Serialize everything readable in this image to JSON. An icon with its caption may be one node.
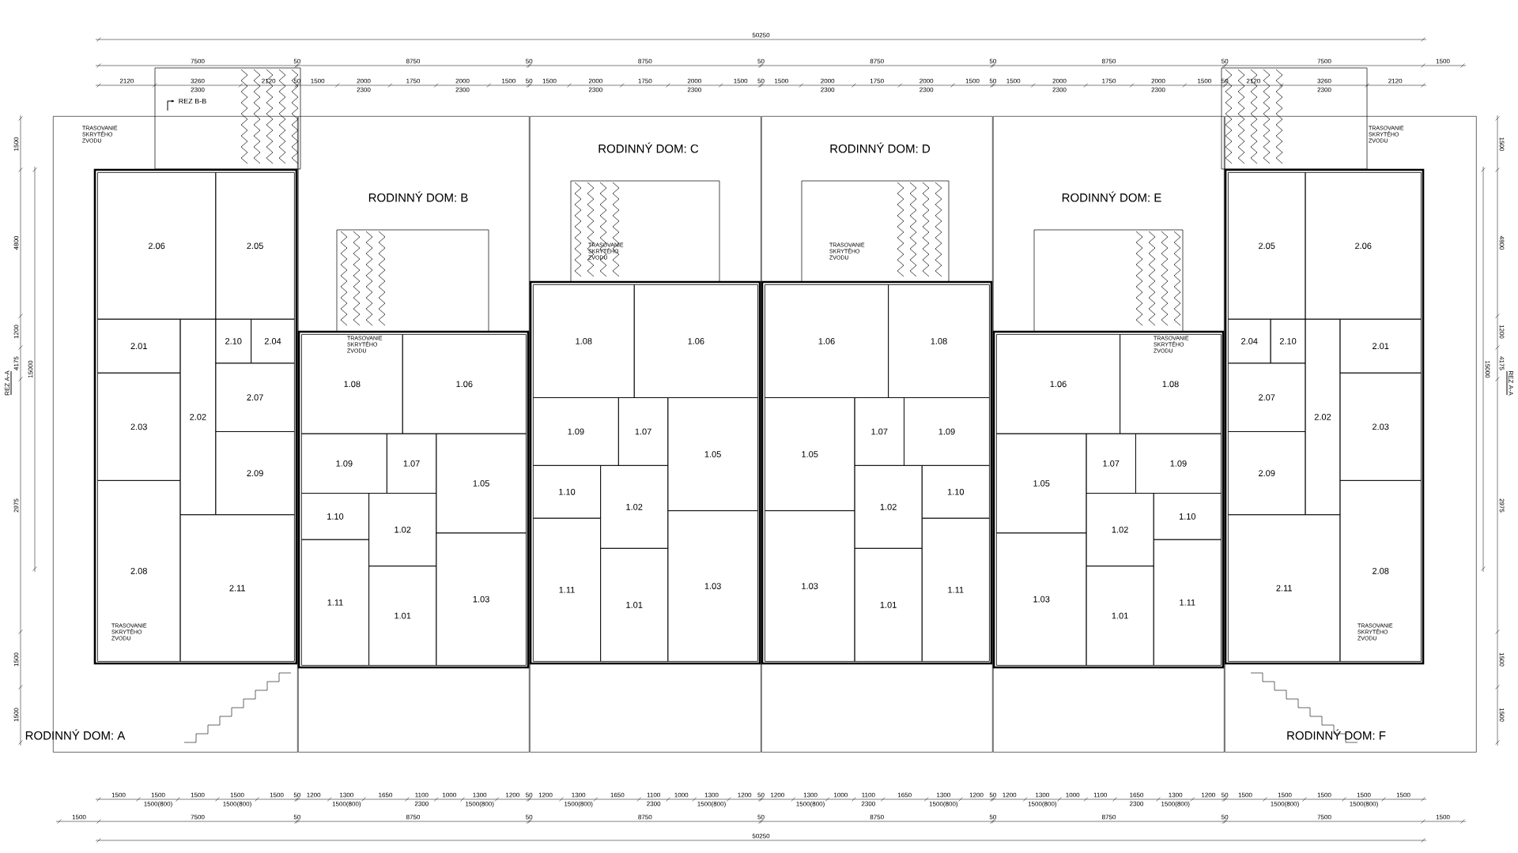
{
  "diagram": {
    "nodes": [
      {
        "text": [
          "RODINNÝ DOM: A"
        ]
      },
      {
        "text": [
          "2.06"
        ],
        "in": 0
      },
      {
        "text": [
          "2.05"
        ],
        "in": 0
      },
      {
        "text": [
          "2.01"
        ],
        "in": 0
      },
      {
        "text": [
          "2.02"
        ],
        "in": 0
      },
      {
        "text": [
          "2.10"
        ],
        "in": 0
      },
      {
        "text": [
          "2.04"
        ],
        "in": 0
      },
      {
        "text": [
          "2.03"
        ],
        "in": 0
      },
      {
        "text": [
          "2.07"
        ],
        "in": 0
      },
      {
        "text": [
          "2.09"
        ],
        "in": 0
      },
      {
        "text": [
          "2.08"
        ],
        "in": 0
      },
      {
        "text": [
          "2.11"
        ],
        "in": 0
      },
      {
        "text": [
          "RODINNÝ DOM: B"
        ]
      },
      {
        "text": [
          "1.08"
        ],
        "in": 12
      },
      {
        "text": [
          "1.06"
        ],
        "in": 12
      },
      {
        "text": [
          "1.09"
        ],
        "in": 12
      },
      {
        "text": [
          "1.07"
        ],
        "in": 12
      },
      {
        "text": [
          "1.05"
        ],
        "in": 12
      },
      {
        "text": [
          "1.10"
        ],
        "in": 12
      },
      {
        "text": [
          "1.02"
        ],
        "in": 12
      },
      {
        "text": [
          "1.11"
        ],
        "in": 12
      },
      {
        "text": [
          "1.01"
        ],
        "in": 12
      },
      {
        "text": [
          "1.03"
        ],
        "in": 12
      },
      {
        "text": [
          "RODINNÝ DOM: C"
        ]
      },
      {
        "text": [
          "1.08"
        ],
        "in": 23
      },
      {
        "text": [
          "1.06"
        ],
        "in": 23
      },
      {
        "text": [
          "1.09"
        ],
        "in": 23
      },
      {
        "text": [
          "1.07"
        ],
        "in": 23
      },
      {
        "text": [
          "1.05"
        ],
        "in": 23
      },
      {
        "text": [
          "1.10"
        ],
        "in": 23
      },
      {
        "text": [
          "1.02"
        ],
        "in": 23
      },
      {
        "text": [
          "1.11"
        ],
        "in": 23
      },
      {
        "text": [
          "1.01"
        ],
        "in": 23
      },
      {
        "text": [
          "1.03"
        ],
        "in": 23
      },
      {
        "text": [
          "RODINNÝ DOM: D"
        ]
      },
      {
        "text": [
          "1.08"
        ],
        "in": 34
      },
      {
        "text": [
          "1.06"
        ],
        "in": 34
      },
      {
        "text": [
          "1.09"
        ],
        "in": 34
      },
      {
        "text": [
          "1.07"
        ],
        "in": 34
      },
      {
        "text": [
          "1.05"
        ],
        "in": 34
      },
      {
        "text": [
          "1.10"
        ],
        "in": 34
      },
      {
        "text": [
          "1.02"
        ],
        "in": 34
      },
      {
        "text": [
          "1.11"
        ],
        "in": 34
      },
      {
        "text": [
          "1.01"
        ],
        "in": 34
      },
      {
        "text": [
          "1.03"
        ],
        "in": 34
      },
      {
        "text": [
          "RODINNÝ DOM: E"
        ]
      },
      {
        "text": [
          "1.08"
        ],
        "in": 45
      },
      {
        "text": [
          "1.06"
        ],
        "in": 45
      },
      {
        "text": [
          "1.09"
        ],
        "in": 45
      },
      {
        "text": [
          "1.07"
        ],
        "in": 45
      },
      {
        "text": [
          "1.05"
        ],
        "in": 45
      },
      {
        "text": [
          "1.10"
        ],
        "in": 45
      },
      {
        "text": [
          "1.02"
        ],
        "in": 45
      },
      {
        "text": [
          "1.11"
        ],
        "in": 45
      },
      {
        "text": [
          "1.01"
        ],
        "in": 45
      },
      {
        "text": [
          "1.03"
        ],
        "in": 45
      },
      {
        "text": [
          "RODINNÝ DOM: F"
        ]
      },
      {
        "text": [
          "2.06"
        ],
        "in": 56
      },
      {
        "text": [
          "2.05"
        ],
        "in": 56
      },
      {
        "text": [
          "2.01"
        ],
        "in": 56
      },
      {
        "text": [
          "2.02"
        ],
        "in": 56
      },
      {
        "text": [
          "2.10"
        ],
        "in": 56
      },
      {
        "text": [
          "2.04"
        ],
        "in": 56
      },
      {
        "text": [
          "2.03"
        ],
        "in": 56
      },
      {
        "text": [
          "2.07"
        ],
        "in": 56
      },
      {
        "text": [
          "2.09"
        ],
        "in": 56
      },
      {
        "text": [
          "2.08"
        ],
        "in": 56
      },
      {
        "text": [
          "2.11"
        ],
        "in": 56
      }
    ],
    "labels": [
      "REZ B-B",
      "1500",
      "4800",
      "1200",
      "4175",
      "2975",
      "1500",
      "1500",
      "15000",
      "REZ A-A",
      "1500",
      "4800",
      "1200",
      "4175",
      "2975",
      "1500",
      "1500",
      "15000",
      "REZ A-A",
      "50250",
      "7500",
      "50",
      "8750",
      "50",
      "8750",
      "50",
      "8750",
      "50",
      "8750",
      "50",
      "7500",
      "1500",
      "2120",
      "3260",
      "2300",
      "2120",
      "50",
      "1500",
      "2000",
      "2300",
      "1750",
      "2000",
      "2300",
      "1500",
      "50",
      "1500",
      "2000",
      "2300",
      "1750",
      "2000",
      "2300",
      "1500",
      "50",
      "1500",
      "2000",
      "2300",
      "1750",
      "2000",
      "2300",
      "1500",
      "50",
      "1500",
      "2000",
      "2300",
      "1750",
      "2000",
      "2300",
      "1500",
      "50",
      "2120",
      "3260",
      "2300",
      "2120",
      "1500",
      "1500",
      "1500(800)",
      "1500",
      "1500",
      "1500(800)",
      "1500",
      "50",
      "1200",
      "1300",
      "1500(800)",
      "1650",
      "1100",
      "2300",
      "1000",
      "1300",
      "1500(800)",
      "1200",
      "50",
      "1200",
      "1300",
      "1500(800)",
      "1650",
      "1100",
      "2300",
      "1000",
      "1300",
      "1500(800)",
      "1200",
      "50",
      "1200",
      "1300",
      "1500(800)",
      "1000",
      "1100",
      "2300",
      "1650",
      "1300",
      "1500(800)",
      "1200",
      "50",
      "1200",
      "1300",
      "1500(800)",
      "1000",
      "1100",
      "1650",
      "2300",
      "1300",
      "1500(800)",
      "1200",
      "50",
      "1500",
      "1500",
      "1500(800)",
      "1500",
      "1500",
      "1500(800)",
      "1500",
      "1500",
      "7500",
      "50",
      "8750",
      "50",
      "8750",
      "50",
      "8750",
      "50",
      "8750",
      "50",
      "7500",
      "1500",
      "50250",
      "TRASOVANIE SKRYTÉHO ZVODU",
      "TRASOVANIE SKRYTÉHO ZVODU",
      "TRASOVANIE SKRYTÉHO ZVODU",
      "TRASOVANIE SKRYTÉHO ZVODU",
      "TRASOVANIE SKRYTÉHO ZVODU",
      "TRASOVANIE SKRYTÉHO ZVODU",
      "TRASOVANIE SKRYTÉHO ZVODU",
      "TRASOVANIE SKRYTÉHO ZVODU"
    ]
  }
}
